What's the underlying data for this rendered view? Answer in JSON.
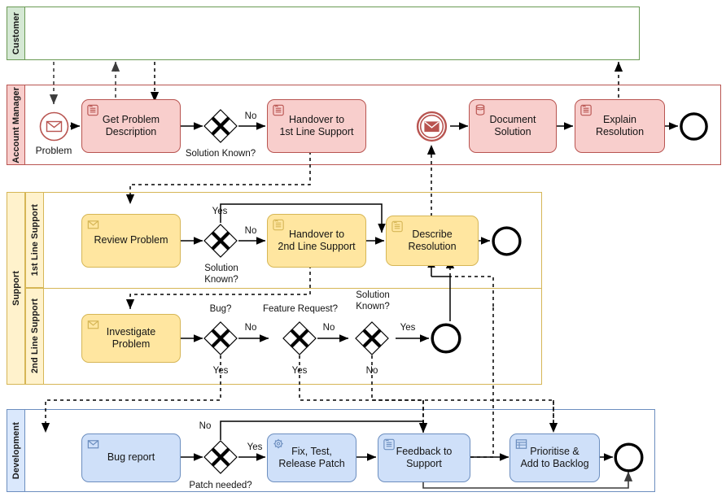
{
  "diagram": {
    "title": "IT Support Incident Handling BPMN Collaboration",
    "type": "bpmn-collaboration"
  },
  "colors": {
    "customer_stroke": "#6A9A54",
    "customer_fill": "#D5E8D4",
    "account_stroke": "#B85450",
    "account_fill": "#F8CECC",
    "support_stroke": "#D6B656",
    "support_fill": "#FFF2CC",
    "development_stroke": "#6C8EBF",
    "development_fill": "#DAE8FC",
    "black": "#000000",
    "white": "#FFFFFF"
  },
  "pools": [
    {
      "id": "customer",
      "label": "Customer"
    },
    {
      "id": "account_manager",
      "label": "Account Manager"
    },
    {
      "id": "support",
      "label": "Support"
    },
    {
      "id": "development",
      "label": "Development"
    }
  ],
  "lanes": [
    {
      "id": "first_line",
      "label": "1st Line Support",
      "parent": "support"
    },
    {
      "id": "second_line",
      "label": "2nd Line Support",
      "parent": "support"
    }
  ],
  "account_manager": {
    "start_event": {
      "name": "Problem",
      "icon": "message-envelope-icon"
    },
    "tasks": [
      {
        "id": "get_problem_description",
        "label": "Get Problem\nDescription",
        "icon": "manual-task-hand-icon"
      },
      {
        "id": "handover_1st_line",
        "label": "Handover to\n1st Line Support",
        "icon": "manual-task-hand-icon"
      },
      {
        "id": "document_solution",
        "label": "Document\nSolution",
        "icon": "script-database-icon"
      },
      {
        "id": "explain_resolution",
        "label": "Explain\nResolution",
        "icon": "manual-task-hand-icon"
      }
    ],
    "gateways": [
      {
        "id": "am_solution_known",
        "label": "Solution Known?",
        "type": "exclusive"
      }
    ],
    "intermediate_event": {
      "icon": "message-catch-icon"
    },
    "flow_labels": [
      "No"
    ],
    "end_event": {
      "type": "end"
    }
  },
  "first_line": {
    "tasks": [
      {
        "id": "review_problem",
        "label": "Review Problem",
        "icon": "message-envelope-icon"
      },
      {
        "id": "handover_2nd_line",
        "label": "Handover to\n2nd Line Support",
        "icon": "manual-task-hand-icon"
      },
      {
        "id": "describe_resolution",
        "label": "Describe\nResolution",
        "icon": "manual-task-hand-icon"
      }
    ],
    "gateways": [
      {
        "id": "fl_solution_known",
        "label": "Solution\nKnown?",
        "type": "exclusive"
      }
    ],
    "flow_labels": [
      "Yes",
      "No"
    ],
    "end_event": {
      "type": "end"
    }
  },
  "second_line": {
    "tasks": [
      {
        "id": "investigate_problem",
        "label": "Investigate\nProblem",
        "icon": "message-envelope-icon"
      }
    ],
    "gateways": [
      {
        "id": "bug",
        "label": "Bug?",
        "type": "exclusive"
      },
      {
        "id": "feature_request",
        "label": "Feature Request?",
        "type": "exclusive"
      },
      {
        "id": "sl_solution_known",
        "label": "Solution\nKnown?",
        "type": "exclusive"
      }
    ],
    "flow_labels": [
      "No",
      "Yes",
      "No",
      "Yes",
      "Yes",
      "No"
    ],
    "end_event": {
      "type": "end"
    }
  },
  "development": {
    "tasks": [
      {
        "id": "bug_report",
        "label": "Bug report",
        "icon": "message-envelope-icon"
      },
      {
        "id": "fix_test_release",
        "label": "Fix, Test,\nRelease Patch",
        "icon": "service-gear-icon"
      },
      {
        "id": "feedback_to_support",
        "label": "Feedback to\nSupport",
        "icon": "manual-task-hand-icon"
      },
      {
        "id": "prioritise_backlog",
        "label": "Prioritise &\nAdd to Backlog",
        "icon": "business-rule-table-icon"
      }
    ],
    "gateways": [
      {
        "id": "patch_needed",
        "label": "Patch needed?",
        "type": "exclusive"
      }
    ],
    "flow_labels": [
      "No",
      "Yes"
    ],
    "end_event": {
      "type": "end"
    }
  },
  "labels": {
    "no": "No",
    "yes": "Yes",
    "am_gateway": "Solution Known?",
    "fl_gateway": "Solution\nKnown?",
    "sl_gateway_bug": "Bug?",
    "sl_gateway_feature": "Feature Request?",
    "sl_gateway_solution": "Solution\nKnown?",
    "dev_gateway": "Patch needed?",
    "problem": "Problem"
  }
}
